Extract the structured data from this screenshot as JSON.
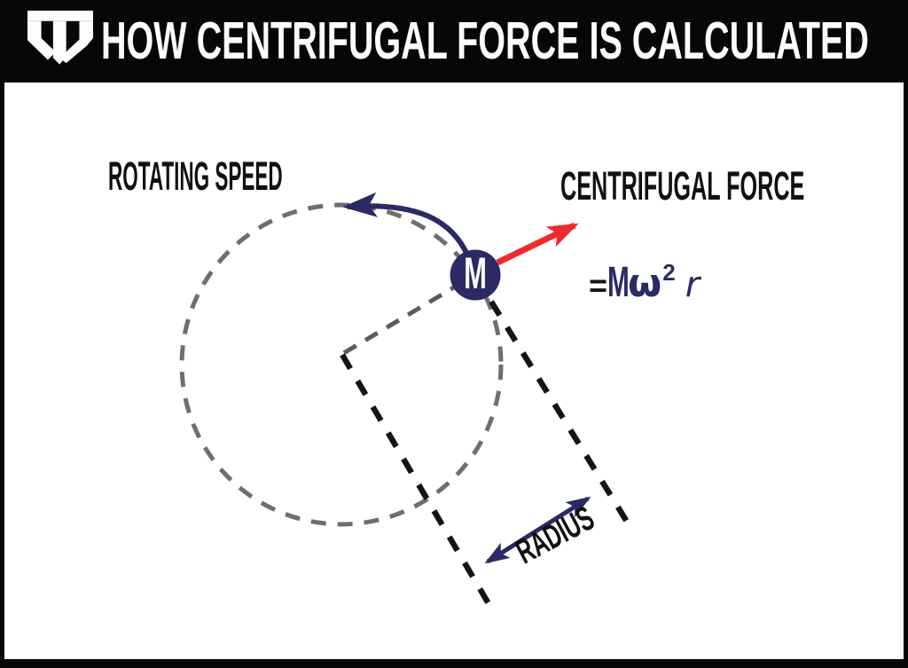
{
  "header": {
    "title": "HOW CENTRIFUGAL FORCE IS CALCULATED",
    "logo": "ts-monogram-shield"
  },
  "diagram": {
    "labels": {
      "rotating_speed": "ROTATING SPEED",
      "centrifugal_force": "CENTRIFUGAL FORCE",
      "radius": "RADIUS",
      "mass": "M"
    },
    "formula": {
      "equals": "=",
      "mass": "M",
      "omega": "ω",
      "exponent": "2",
      "radius_var": "r"
    },
    "colors": {
      "navy": "#2B2A64",
      "red": "#EF2A2D",
      "dash_gray": "#6E6E6E",
      "dash_black": "#141414",
      "canvas_background": "#FFFFFF",
      "frame": "#070707",
      "label_text": "#111111"
    }
  }
}
